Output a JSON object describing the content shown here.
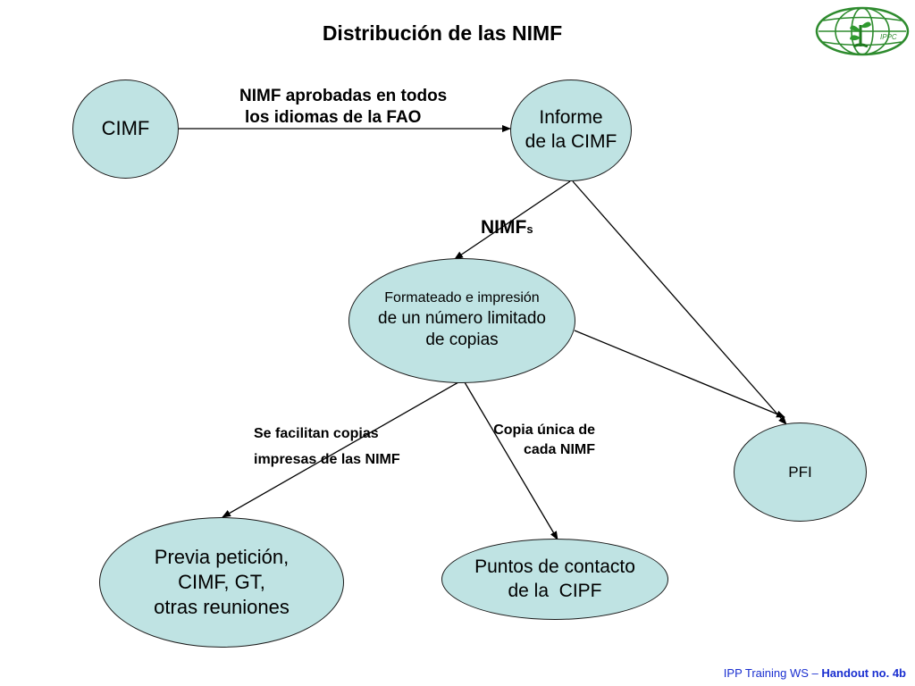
{
  "title": "Distribución de las NIMF",
  "logo": {
    "text": "IPPC",
    "icon": "ippc-globe-plant-logo",
    "color": "#2e8b2e"
  },
  "nodes": {
    "cimf": "CIMF",
    "informe": [
      "Informe",
      "de la CIMF"
    ],
    "formateado": [
      "Formateado e impresión",
      "de un número limitado",
      "de copias"
    ],
    "pfi": "PFI",
    "previa": [
      "Previa petición,",
      "CIMF, GT,",
      "otras reuniones"
    ],
    "puntos": [
      "Puntos de contacto",
      "de la  CIPF"
    ]
  },
  "edges": {
    "aprobadas": [
      "NIMF aprobadas en todos",
      "los idiomas de la FAO"
    ],
    "nimfs_main": "NIMF",
    "nimfs_sub": "s",
    "facilitan": [
      "Se facilitan copias",
      "impresas de las NIMF"
    ],
    "copia": [
      "Copia única de",
      "cada NIMF"
    ]
  },
  "footer": {
    "prefix": "IPP Training WS – ",
    "handout": "Handout no. 4b"
  },
  "colors": {
    "node_fill": "#bfe3e3",
    "footer_text": "#1a2fd0"
  }
}
